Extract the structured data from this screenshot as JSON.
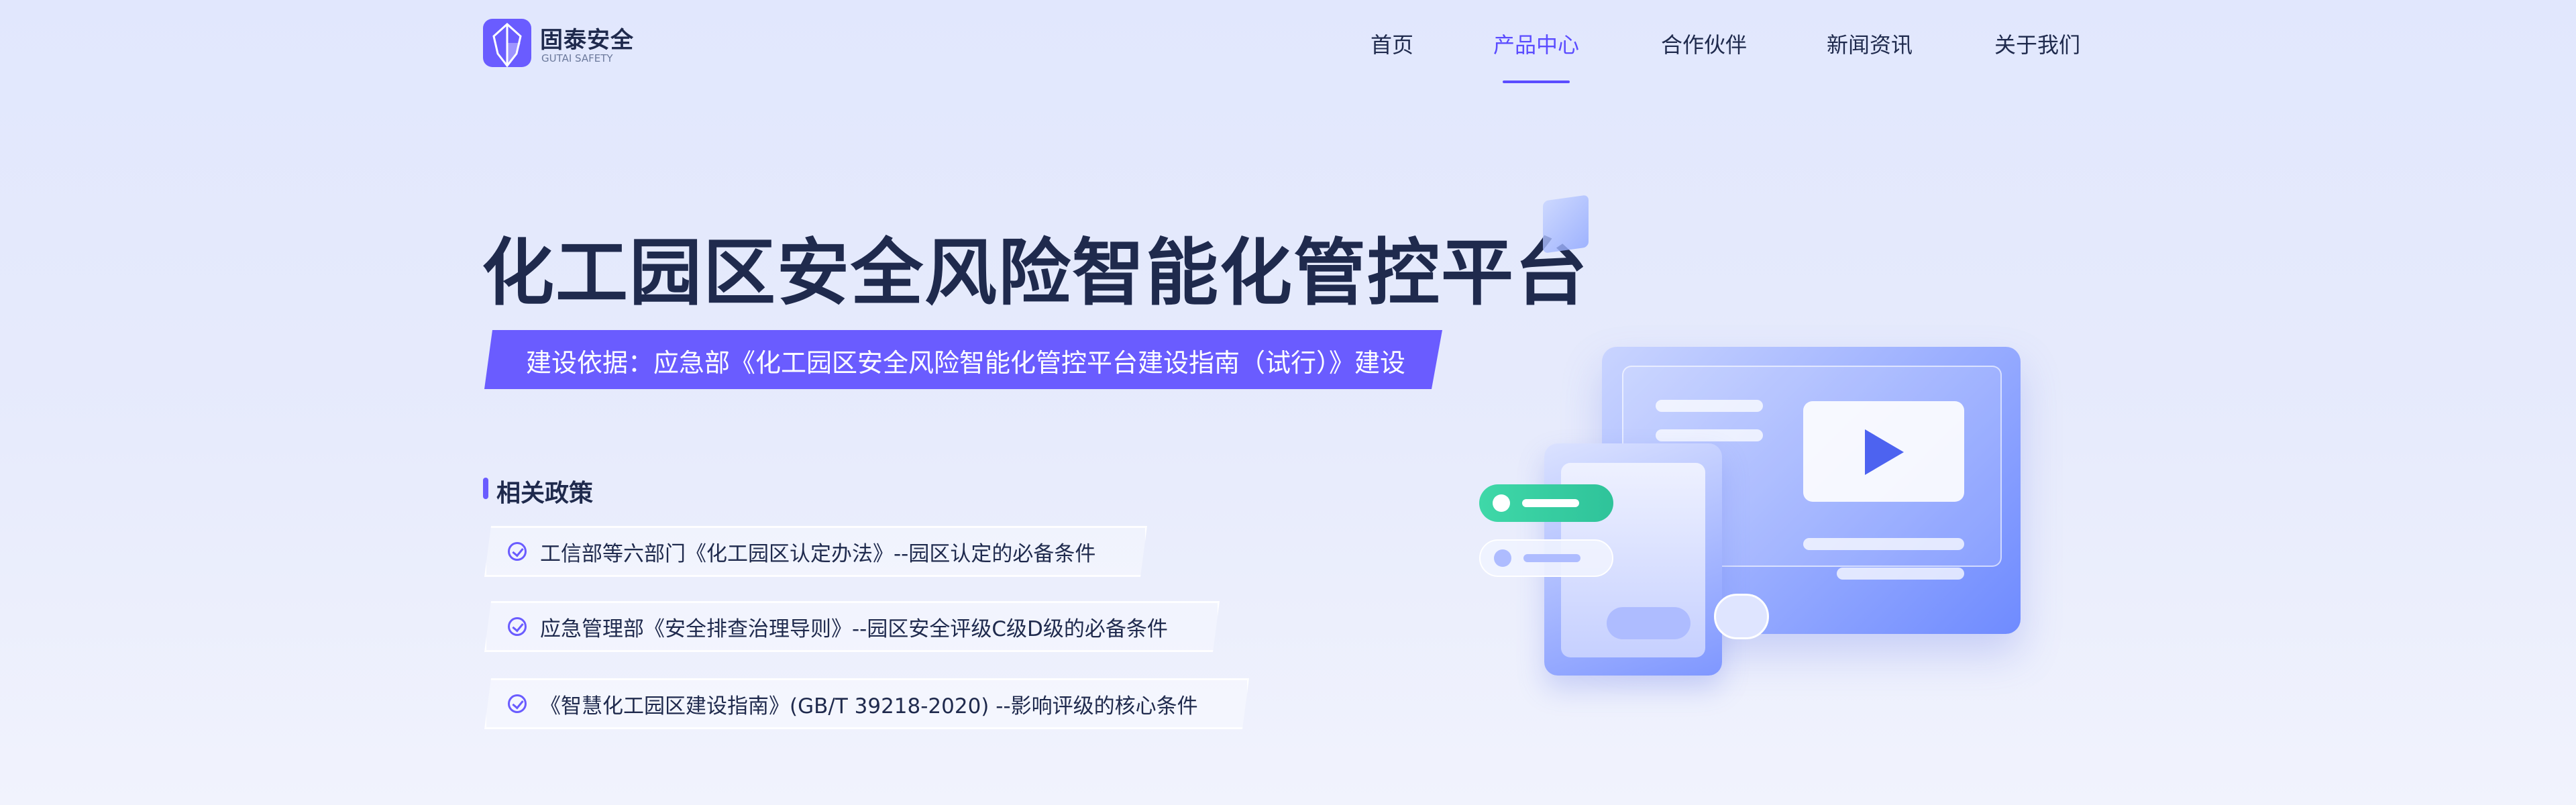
{
  "header": {
    "brand_name": "固泰安全",
    "brand_sub": "GUTAI SAFETY",
    "nav": [
      {
        "label": "首页"
      },
      {
        "label": "产品中心",
        "active": true
      },
      {
        "label": "合作伙伴"
      },
      {
        "label": "新闻资讯"
      },
      {
        "label": "关于我们"
      }
    ]
  },
  "hero": {
    "title": "化工园区安全风险智能化管控平台",
    "basis": "建设依据：应急部《化工园区安全风险智能化管控平台建设指南（试行）》建设",
    "section_title": "相关政策",
    "policies": [
      "工信部等六部门《化工园区认定办法》--园区认定的必备条件",
      "应急管理部《安全排查治理导则》--园区安全评级C级D级的必备条件",
      "《智慧化工园区建设指南》(GB/T 39218-2020) --影响评级的核心条件"
    ]
  },
  "colors": {
    "accent": "#6a5cff",
    "text": "#1f2a4d"
  }
}
